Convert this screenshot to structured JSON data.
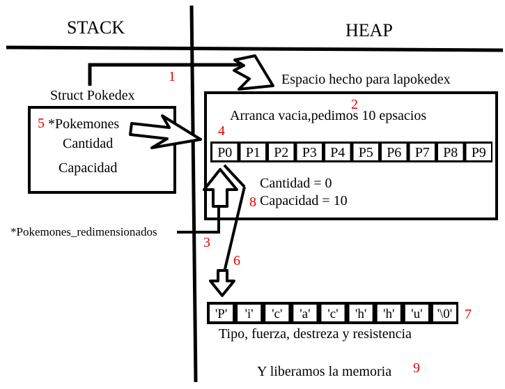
{
  "labels": {
    "stack": "STACK",
    "heap": "HEAP",
    "struct_title": "Struct Pokedex",
    "field_pokemones": "*Pokemones",
    "field_cantidad": "Cantidad",
    "field_capacidad": "Capacidad",
    "heap_space": "Espacio hecho para lapokedex",
    "heap_desc": "Arranca vacia,pedimos 10 epsacios",
    "cantidad_val": "Cantidad = 0",
    "capacidad_val": "Capacidad = 10",
    "redim": "*Pokemones_redimensionados",
    "string_desc": "Tipo, fuerza, destreza y resistencia",
    "free_mem": "Y liberamos la memoria"
  },
  "slots": [
    "P0",
    "P1",
    "P2",
    "P3",
    "P4",
    "P5",
    "P6",
    "P7",
    "P8",
    "P9"
  ],
  "chars": [
    "'P'",
    "'i'",
    "'c'",
    "'a'",
    "'c'",
    "'h'",
    "'h'",
    "'u'",
    "'\\0'"
  ],
  "steps": [
    "1",
    "2",
    "3",
    "4",
    "5",
    "6",
    "7",
    "8",
    "9"
  ],
  "colors": {
    "ink": "#000000",
    "step_number": "#e00000"
  }
}
